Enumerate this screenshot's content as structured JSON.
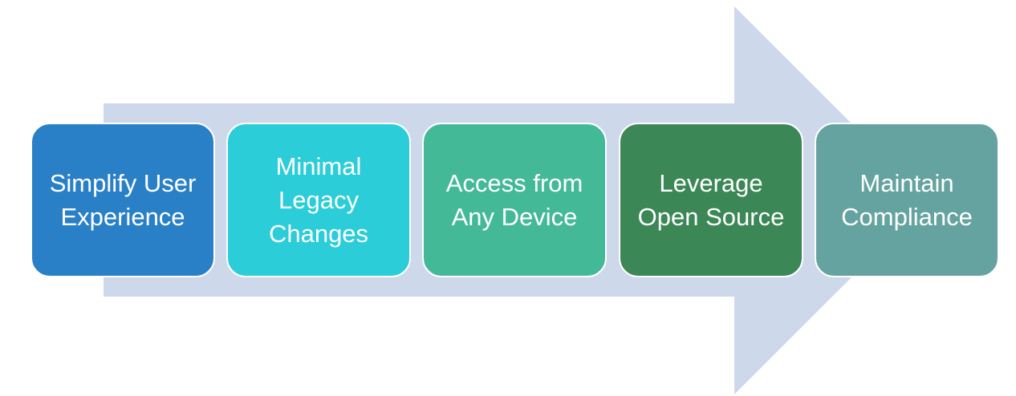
{
  "arrow": {
    "color": "#CDD8EA"
  },
  "steps": [
    {
      "label": "Simplify User Experience",
      "color": "#2A80C6"
    },
    {
      "label": "Minimal Legacy Changes",
      "color": "#2ACDD8"
    },
    {
      "label": "Access from Any Device",
      "color": "#44B998"
    },
    {
      "label": "Leverage Open Source",
      "color": "#3C8756"
    },
    {
      "label": "Maintain Compliance",
      "color": "#64A39F"
    }
  ]
}
